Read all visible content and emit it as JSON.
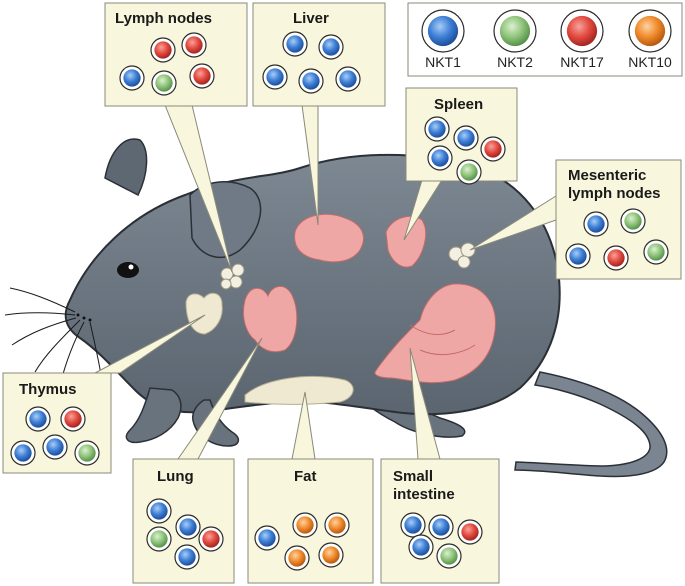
{
  "colors": {
    "NKT1": "#3d7fd6",
    "NKT2": "#8fc47c",
    "NKT17": "#e24a3f",
    "NKT10": "#f08a2b",
    "box_fill": "#f8f6dc",
    "box_stroke": "#8a8a7a",
    "mouse_body": "#6f7a86",
    "organ": "#efa7a5"
  },
  "legend": [
    {
      "key": "NKT1",
      "label": "NKT1"
    },
    {
      "key": "NKT2",
      "label": "NKT2"
    },
    {
      "key": "NKT17",
      "label": "NKT17"
    },
    {
      "key": "NKT10",
      "label": "NKT10"
    }
  ],
  "boxes": {
    "lymph_nodes": {
      "title_lines": [
        "Lymph nodes"
      ],
      "cells": [
        "NKT17",
        "NKT17",
        "NKT1",
        "NKT2",
        "NKT17"
      ]
    },
    "liver": {
      "title_lines": [
        "Liver"
      ],
      "cells": [
        "NKT1",
        "NKT1",
        "NKT1",
        "NKT1",
        "NKT1"
      ]
    },
    "spleen": {
      "title_lines": [
        "Spleen"
      ],
      "cells": [
        "NKT1",
        "NKT1",
        "NKT1",
        "NKT17",
        "NKT2"
      ]
    },
    "mesenteric": {
      "title_lines": [
        "Mesenteric",
        "lymph nodes"
      ],
      "cells": [
        "NKT1",
        "NKT2",
        "NKT1",
        "NKT17",
        "NKT2"
      ]
    },
    "thymus": {
      "title_lines": [
        "Thymus"
      ],
      "cells": [
        "NKT1",
        "NKT17",
        "NKT1",
        "NKT1",
        "NKT2"
      ]
    },
    "lung": {
      "title_lines": [
        "Lung"
      ],
      "cells": [
        "NKT1",
        "NKT1",
        "NKT17",
        "NKT2",
        "NKT1"
      ]
    },
    "fat": {
      "title_lines": [
        "Fat"
      ],
      "cells": [
        "NKT10",
        "NKT10",
        "NKT1",
        "NKT10",
        "NKT10"
      ]
    },
    "small_intestine": {
      "title_lines": [
        "Small",
        "intestine"
      ],
      "cells": [
        "NKT1",
        "NKT1",
        "NKT17",
        "NKT1",
        "NKT2"
      ]
    }
  }
}
